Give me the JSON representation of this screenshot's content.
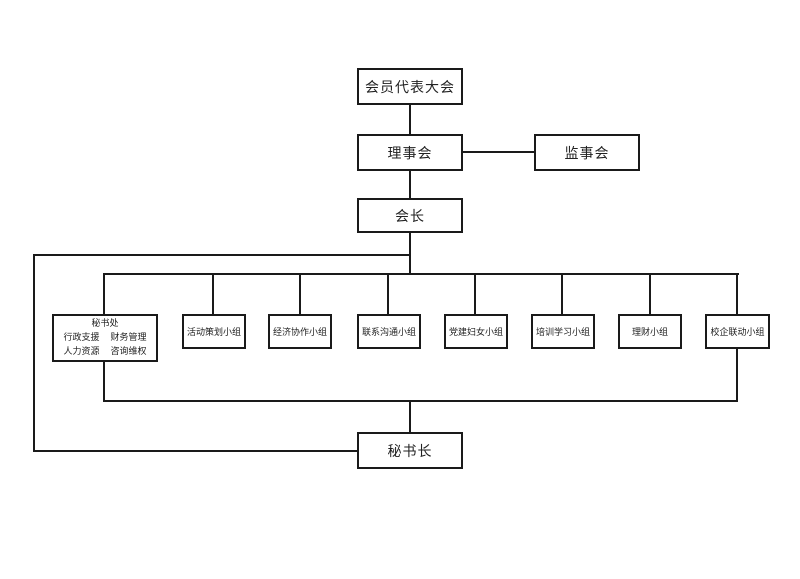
{
  "org_chart": {
    "top": {
      "label": "会员代表大会"
    },
    "council": {
      "label": "理事会"
    },
    "supervisors": {
      "label": "监事会"
    },
    "president": {
      "label": "会长"
    },
    "secretariat": {
      "title": "秘书处",
      "duties": [
        "行政支援",
        "财务管理",
        "人力资源",
        "咨询维权"
      ]
    },
    "groups": [
      {
        "label": "活动策划小组"
      },
      {
        "label": "经济协作小组"
      },
      {
        "label": "联系沟通小组"
      },
      {
        "label": "党建妇女小组"
      },
      {
        "label": "培训学习小组"
      },
      {
        "label": "理财小组"
      },
      {
        "label": "校企联动小组"
      }
    ],
    "secretary_general": {
      "label": "秘书长"
    }
  }
}
